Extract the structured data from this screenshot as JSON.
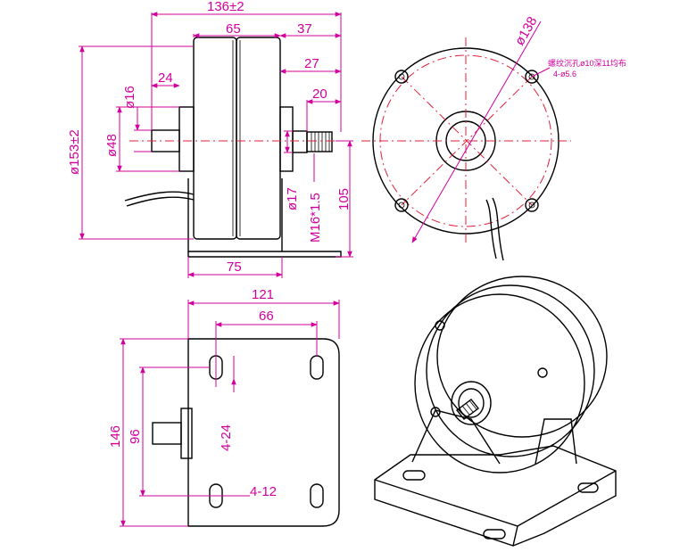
{
  "colors": {
    "dimension": "#d0009c",
    "centerline": "#e0203a",
    "outline": "#000000"
  },
  "front_view": {
    "overall_length": "136±2",
    "body_width": "65",
    "shaft_side_length": "37",
    "shaft_27": "27",
    "thread_length": "20",
    "left_shaft_length": "24",
    "left_shaft_dia": "ø16",
    "hub_dia": "ø48",
    "overall_dia": "ø153±2",
    "shaft_dia": "ø17",
    "thread_spec": "M16*1.5",
    "center_height": "105",
    "base_length": "75"
  },
  "end_view": {
    "outer_dia": "ø138",
    "hole_note": "螺纹沉孔ø10深11均布",
    "hole_count": "4-ø5.6"
  },
  "base_view": {
    "base_width": "121",
    "slot_spacing": "66",
    "height": "146",
    "slot_pitch": "96",
    "slot_len": "4-24",
    "slot_width": "4-12"
  }
}
